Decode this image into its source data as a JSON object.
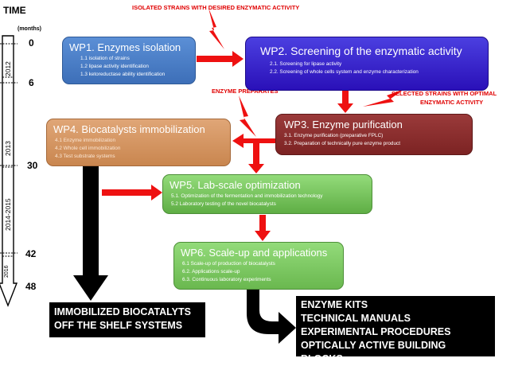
{
  "timeline": {
    "time_label": "TIME",
    "months_label": "(months)",
    "ticks": [
      "0",
      "6",
      "30",
      "42",
      "48"
    ],
    "years": [
      "2012",
      "2013",
      "2014-2015",
      "2016"
    ]
  },
  "annotations": {
    "isolated_strains": "ISOLATED STRAINS WITH DESIRED ENZYMATIC ACTIVITY",
    "enzyme_preparates": "ENZYME PREPARATES",
    "selected_strains_line1": "SELECTED STRAINS WITH OPTIMAL",
    "selected_strains_line2": "ENZYMATIC ACTIVITY"
  },
  "workpackages": {
    "wp1": {
      "title": "WP1. Enzymes isolation",
      "items": [
        "1.1 isolation of strains",
        "1.2 lipase activity identification",
        "1.3 ketoreductase ability identification"
      ]
    },
    "wp2": {
      "title": "WP2. Screening of the enzymatic activity",
      "items": [
        "2.1. Screening for lipase activity",
        "2.2. Screening of whole cells system  and enzyme characterization"
      ]
    },
    "wp3": {
      "title": "WP3. Enzyme purification",
      "items": [
        "3.1. Enzyme purification (preparative FPLC)",
        "3.2. Preparation of technically pure enzyme product"
      ]
    },
    "wp4": {
      "title": "WP4. Biocatalysts immobilization",
      "items": [
        "4.1 Enzyme immobilization",
        "4.2 Whole cell immobilization",
        "4.3 Test substrate systems"
      ]
    },
    "wp5": {
      "title": "WP5. Lab-scale optimization",
      "items": [
        "5.1. Optimization of the fermentation and immobilization technology",
        "5.2 Laboratory testing of the novel biocatalysts"
      ]
    },
    "wp6": {
      "title": "WP6. Scale-up and applications",
      "items": [
        "6.1 Scale-up of production of biocatalysts",
        "6.2. Applications scale-up",
        "6.3. Continuous laboratory experiments"
      ]
    }
  },
  "outputs": {
    "left": [
      "IMMOBILIZED BIOCATALYTS",
      "OFF THE SHELF SYSTEMS"
    ],
    "right": [
      "ENZYME KITS",
      "TECHNICAL MANUALS",
      "EXPERIMENTAL PROCEDURES",
      "OPTICALLY ACTIVE BUILDING BLOCKS"
    ]
  },
  "colors": {
    "flow_arrow": "#ee1111",
    "output_arrow": "#000000",
    "wp1": "#4a7fc8",
    "wp2": "#3a20cc",
    "wp3": "#8b2e2e",
    "wp4": "#d4955f",
    "wp5": "#79c95f",
    "wp6": "#79c95f"
  }
}
